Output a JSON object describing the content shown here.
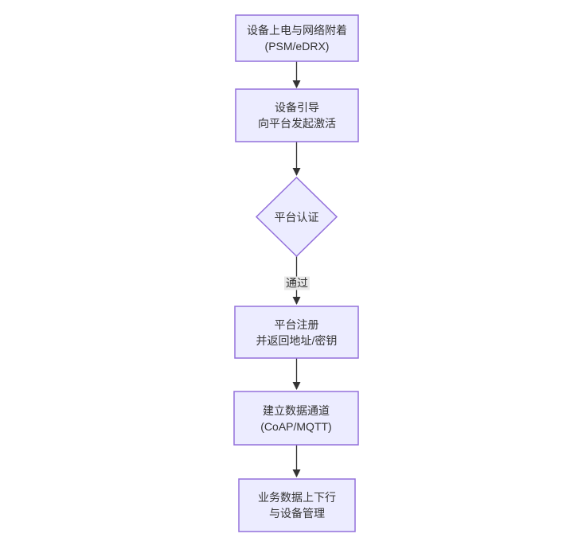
{
  "diagram": {
    "type": "flowchart-top-down",
    "nodes": {
      "power_attach": {
        "line1": "设备上电与网络附着",
        "line2": "(PSM/eDRX)"
      },
      "bootstrap": {
        "line1": "设备引导",
        "line2": "向平台发起激活"
      },
      "auth_decision": {
        "label": "平台认证"
      },
      "register": {
        "line1": "平台注册",
        "line2": "并返回地址/密钥"
      },
      "data_channel": {
        "line1": "建立数据通道",
        "line2": "(CoAP/MQTT)"
      },
      "business": {
        "line1": "业务数据上下行",
        "line2": "与设备管理"
      }
    },
    "edges": {
      "auth_to_register_label": "通过"
    },
    "colors": {
      "node_fill": "#ECECFF",
      "node_border": "#9370DB",
      "edge": "#333333",
      "label_bg": "#e8e8e8",
      "text": "#333333"
    }
  }
}
